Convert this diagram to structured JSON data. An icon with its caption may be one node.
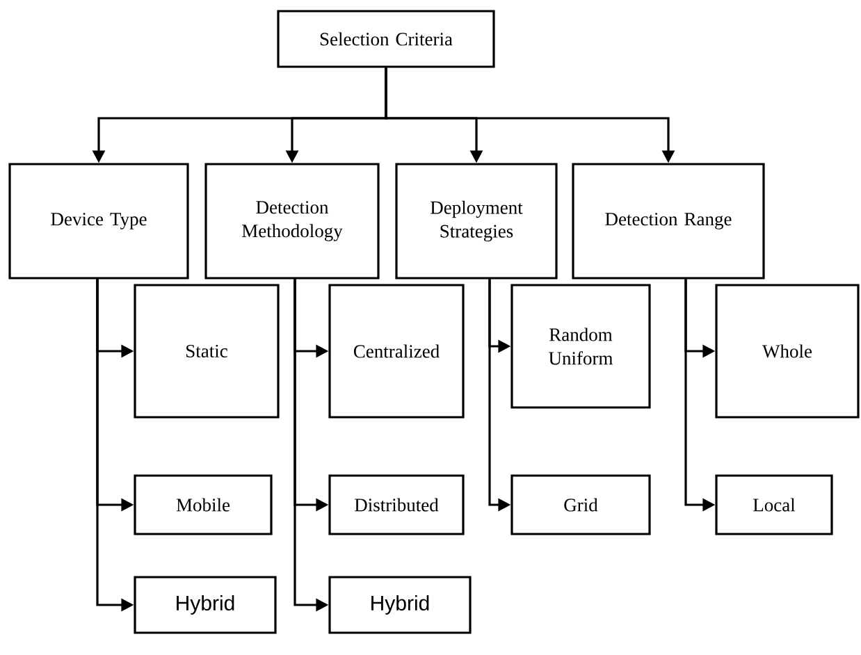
{
  "diagram": {
    "nodes": [
      {
        "text": [
          "Selection Criteria"
        ]
      },
      {
        "text": [
          "Device Type"
        ]
      },
      {
        "text": [
          "Detection Methodology"
        ]
      },
      {
        "text": [
          "Deployment Strategies"
        ]
      },
      {
        "text": [
          "Detection Range"
        ]
      },
      {
        "text": [
          "Static"
        ]
      },
      {
        "text": [
          "Mobile"
        ]
      },
      {
        "text": [
          "Hybrid"
        ]
      },
      {
        "text": [
          "Centralized"
        ]
      },
      {
        "text": [
          "Distributed"
        ]
      },
      {
        "text": [
          "Hybrid"
        ]
      },
      {
        "text": [
          "Random Uniform"
        ]
      },
      {
        "text": [
          "Grid"
        ]
      },
      {
        "text": [
          "Whole"
        ]
      },
      {
        "text": [
          "Local"
        ]
      }
    ],
    "edges": [
      {
        "from": 0,
        "to": 1,
        "arrow": "to"
      },
      {
        "from": 0,
        "to": 2,
        "arrow": "to"
      },
      {
        "from": 0,
        "to": 3,
        "arrow": "to"
      },
      {
        "from": 0,
        "to": 4,
        "arrow": "to"
      },
      {
        "from": 1,
        "to": 5,
        "arrow": "to"
      },
      {
        "from": 1,
        "to": 6,
        "arrow": "to"
      },
      {
        "from": 1,
        "to": 7,
        "arrow": "to"
      },
      {
        "from": 2,
        "to": 8,
        "arrow": "to"
      },
      {
        "from": 2,
        "to": 9,
        "arrow": "to"
      },
      {
        "from": 2,
        "to": 10,
        "arrow": "to"
      },
      {
        "from": 3,
        "to": 11,
        "arrow": "to"
      },
      {
        "from": 3,
        "to": 12,
        "arrow": "to"
      },
      {
        "from": 4,
        "to": 13,
        "arrow": "to"
      },
      {
        "from": 4,
        "to": 14,
        "arrow": "to"
      }
    ]
  }
}
